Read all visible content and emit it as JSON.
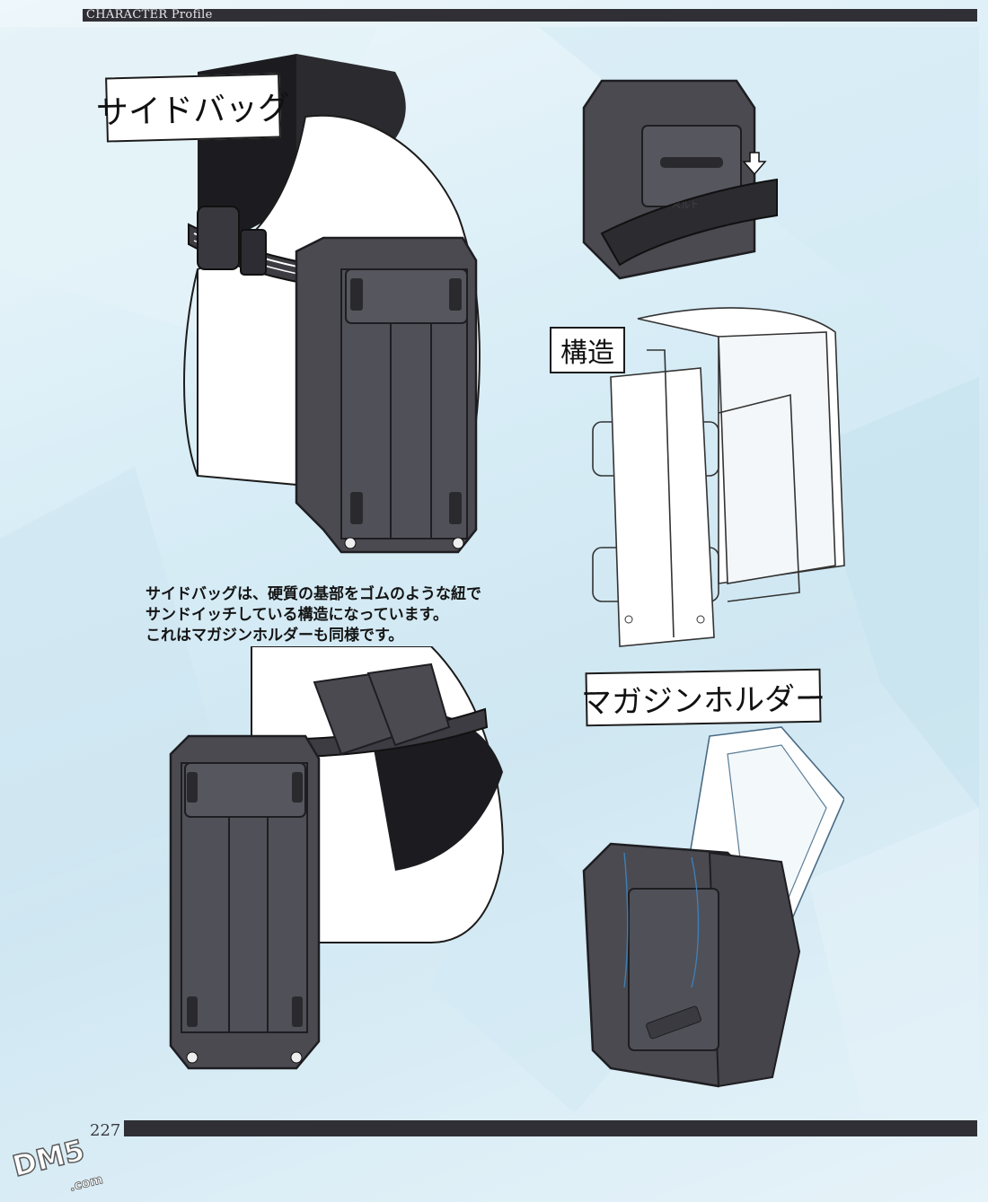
{
  "header": {
    "section_label": "CHARACTER Profile"
  },
  "labels": {
    "side_bag": "サイドバッグ",
    "structure": "構造",
    "magazine_holder": "マガジンホルダー"
  },
  "belt_note": "ベルト",
  "caption": {
    "lines": [
      "サイドバッグは、硬質の基部をゴムのような紐で",
      "サンドイッチしている構造になっています。",
      "これはマガジンホルダーも同様です。"
    ]
  },
  "footer": {
    "page_number": "227"
  },
  "watermark": {
    "text": "DM5",
    "domain": ".com"
  },
  "colors": {
    "bag_dark": "#4a4a50",
    "bag_line": "#1e1e22",
    "header_bar": "#2f2f35",
    "background": "#d8edf6"
  }
}
